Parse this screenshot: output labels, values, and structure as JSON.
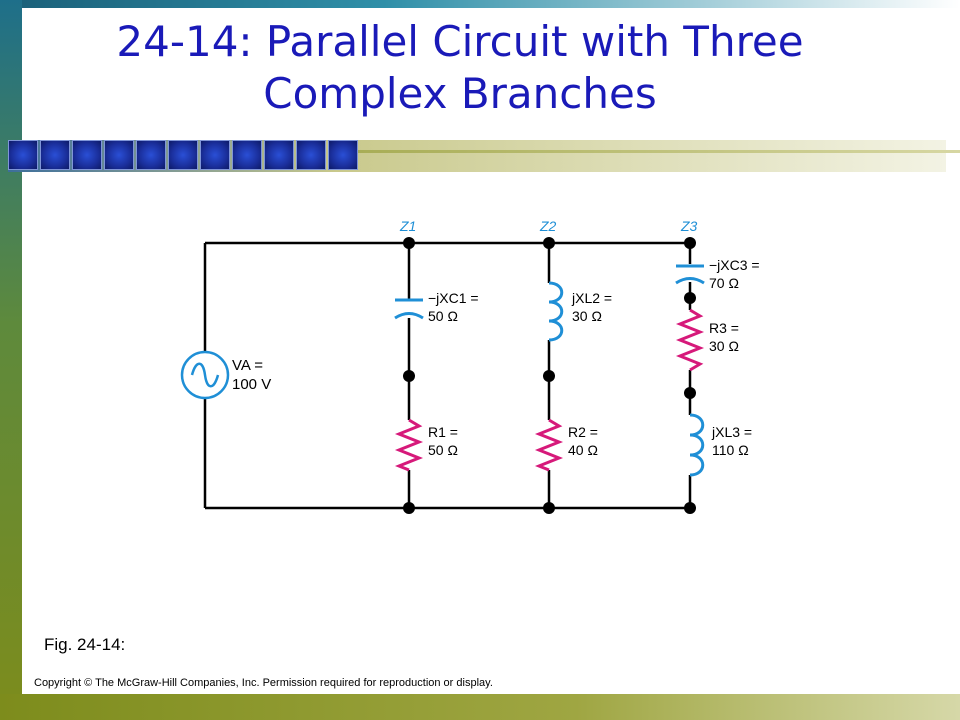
{
  "slide": {
    "title_line1": "24-14: Parallel Circuit with Three",
    "title_line2": "Complex Branches",
    "fig_label": "Fig. 24-14:",
    "copyright": "Copyright © The McGraw-Hill Companies, Inc. Permission required for reproduction or display."
  },
  "circuit": {
    "source": {
      "name": "VA =",
      "value": "100 V"
    },
    "branch_labels": [
      "Z1",
      "Z2",
      "Z3"
    ],
    "branch1": {
      "xc": {
        "label": "−jXC1 =",
        "value": "50 Ω"
      },
      "r": {
        "label": "R1 =",
        "value": "50 Ω"
      }
    },
    "branch2": {
      "xl": {
        "label": "jXL2 =",
        "value": "30 Ω"
      },
      "r": {
        "label": "R2 =",
        "value": "40 Ω"
      }
    },
    "branch3": {
      "xc": {
        "label": "−jXC3 =",
        "value": "70 Ω"
      },
      "r": {
        "label": "R3 =",
        "value": "30 Ω"
      },
      "xl": {
        "label": "jXL3 =",
        "value": "110 Ω"
      }
    },
    "colors": {
      "wire": "#000000",
      "label": "#1f8fd6",
      "resistor": "#d6197a",
      "inductor": "#1f8fd6",
      "capacitor": "#1f8fd6"
    }
  }
}
